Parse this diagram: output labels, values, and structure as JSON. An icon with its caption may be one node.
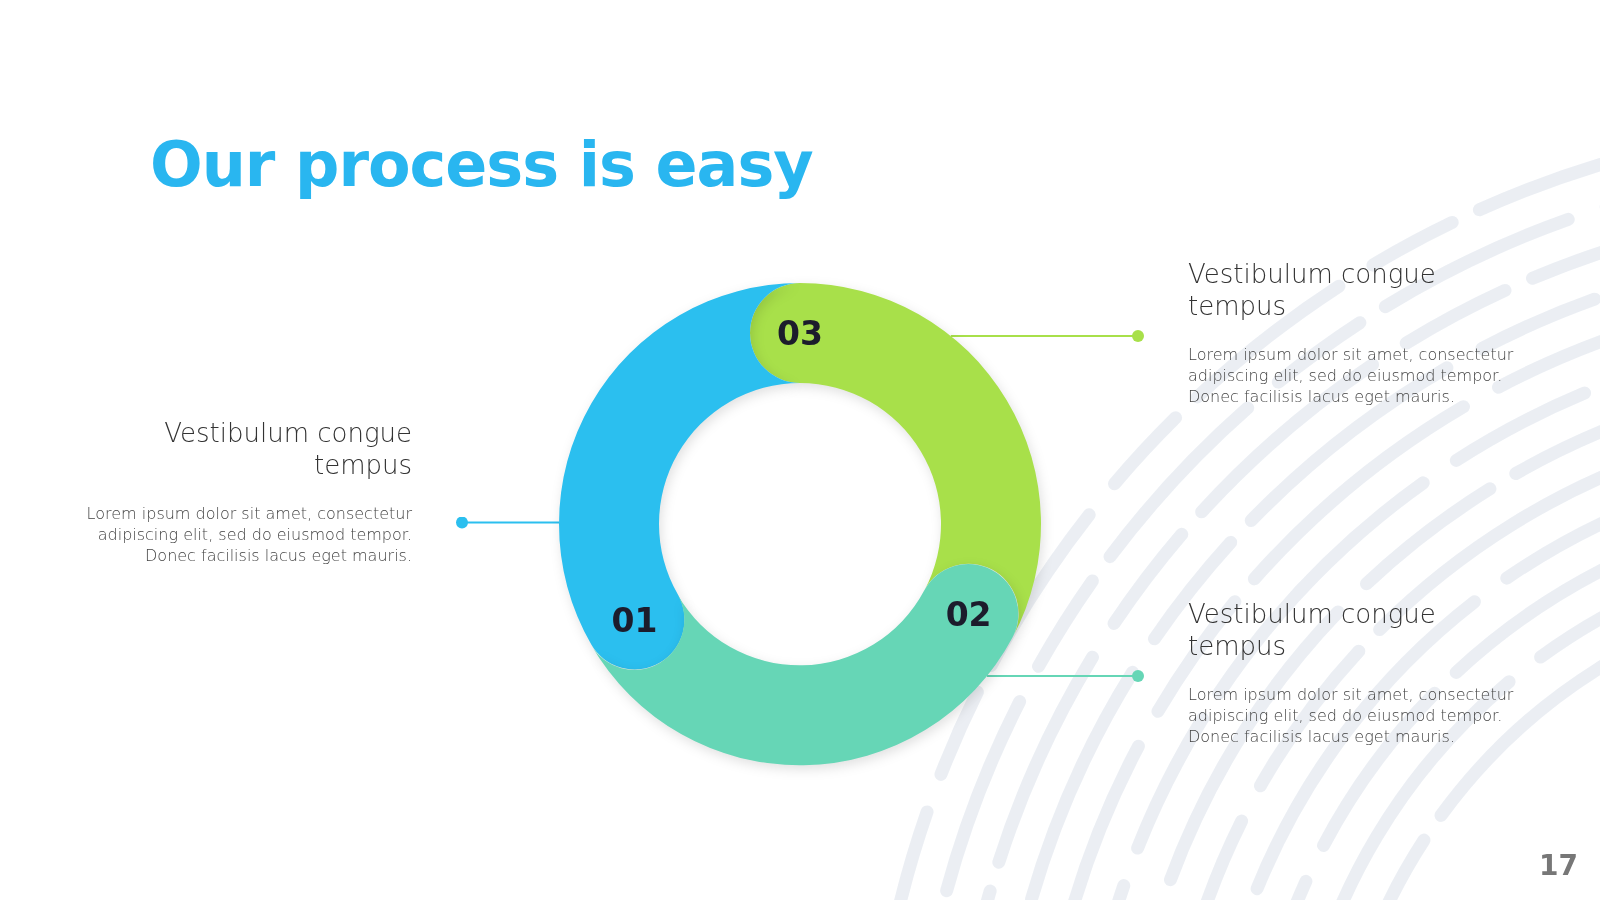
{
  "diagram": {
    "title": "Our process is easy",
    "nodes": [
      {
        "text": [
          "Vestibulum congue tempus",
          "Lorem ipsum dolor sit amet, consectetur adipiscing elit, sed do eiusmod tempor. Donec facilisis lacus eget mauris."
        ]
      },
      {
        "text": [
          "03"
        ]
      },
      {
        "text": [
          "Vestibulum congue tempus",
          "Lorem ipsum dolor sit amet, consectetur adipiscing elit, sed do eiusmod tempor. Donec facilisis lacus eget mauris."
        ]
      },
      {
        "text": [
          "01"
        ]
      },
      {
        "text": [
          "02"
        ]
      },
      {
        "text": [
          "Vestibulum congue tempus",
          "Lorem ipsum dolor sit amet, consectetur adipiscing elit, sed do eiusmod tempor. Donec facilisis lacus eget mauris."
        ]
      }
    ],
    "edges": [
      {
        "from": 0,
        "to": 1,
        "arrow": "other",
        "color": "#a8e04a"
      },
      {
        "from": 2,
        "to": 3,
        "arrow": "other",
        "color": "#2bbfef"
      },
      {
        "from": 5,
        "to": 4,
        "arrow": "other",
        "color": "#66d6b6"
      }
    ],
    "labels": [
      "17"
    ]
  }
}
